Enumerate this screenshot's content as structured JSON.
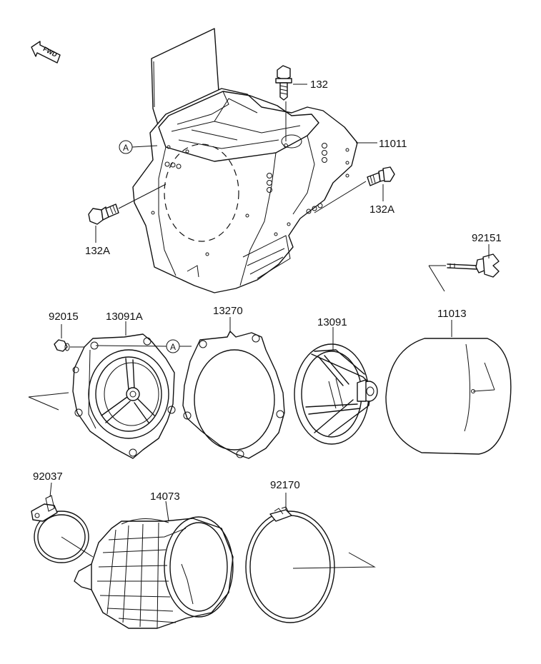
{
  "fwd_marker": "FWD",
  "ref_marker": "A",
  "labels": {
    "p132": "132",
    "p11011": "11011",
    "p132a_left": "132A",
    "p132a_right": "132A",
    "p92151": "92151",
    "p92015": "92015",
    "p13091a": "13091A",
    "p13270": "13270",
    "p13091": "13091",
    "p11013": "11013",
    "p92037": "92037",
    "p14073": "14073",
    "p92170": "92170"
  }
}
